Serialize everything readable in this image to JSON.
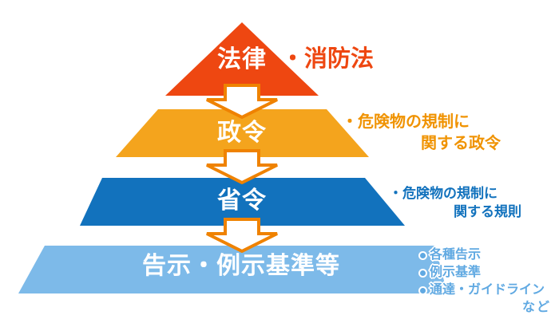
{
  "diagram": {
    "description": "law-hierarchy-pyramid",
    "palette": {
      "level1_red": "#ee4711",
      "level2_orange": "#f4a41d",
      "level3_blue": "#1272bd",
      "level4_light_blue": "#7dbae9",
      "arrow_fill": "#ffffff",
      "arrow_border": "#ef8200",
      "annotation_orange": "#f09302",
      "annotation_light_blue": "#60a9e2"
    },
    "levels": [
      {
        "id": "law",
        "label": "法律",
        "color": "#ee4711"
      },
      {
        "id": "cabinet-order",
        "label": "政令",
        "color": "#f4a41d"
      },
      {
        "id": "ministerial-ordinance",
        "label": "省令",
        "color": "#1272bd"
      },
      {
        "id": "notifications",
        "label": "告示・例示基準等",
        "color": "#7dbae9"
      }
    ],
    "annotations": {
      "law": {
        "text": "・消防法"
      },
      "cabinet_order": {
        "line1": "・危険物の規制に",
        "line2": "関する政令"
      },
      "ministerial_ordinance": {
        "line1": "・危険物の規制に",
        "line2": "関する規則"
      },
      "notifications": {
        "items": [
          "各種告示",
          "例示基準",
          "通達・ガイドライン"
        ],
        "suffix": "など"
      }
    }
  }
}
